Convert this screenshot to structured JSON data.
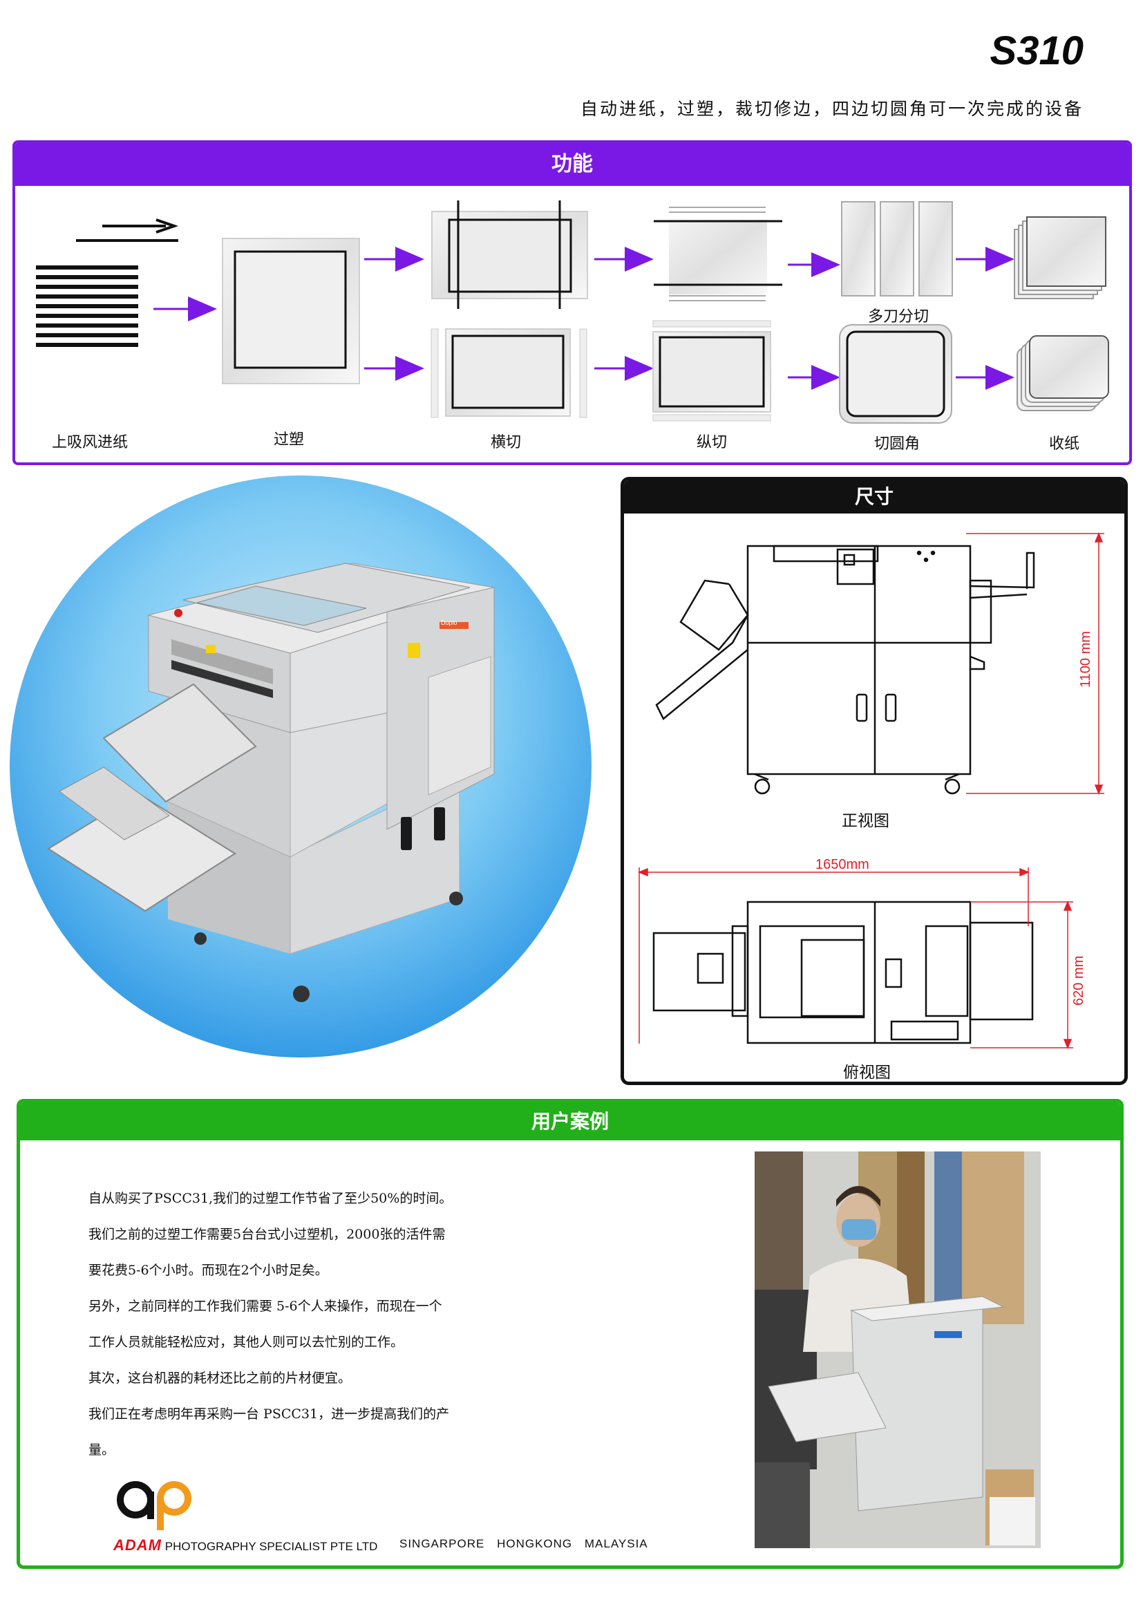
{
  "header": {
    "model": "S310",
    "tagline": "自动进纸，过塑，裁切修边，四边切圆角可一次完成的设备"
  },
  "function_panel": {
    "title": "功能",
    "steps": [
      "上吸风进纸",
      "过塑",
      "横切",
      "纵切",
      "切圆角",
      "收纸"
    ],
    "multi_blade_label": "多刀分切"
  },
  "size_panel": {
    "title": "尺寸",
    "front_view_label": "正视图",
    "top_view_label": "俯视图",
    "height_dim": "1100 mm",
    "width_dim": "1650mm",
    "depth_dim": "620 mm"
  },
  "machine": {
    "brand_badge": "Duplo"
  },
  "case_panel": {
    "title": "用户案例",
    "lines": [
      "自从购买了PSCC31,我们的过塑工作节省了至少50%的时间。",
      "我们之前的过塑工作需要5台台式小过塑机，2000张的活件需",
      "要花费5-6个小时。而现在2个小时足矣。",
      "另外，之前同样的工作我们需要 5-6个人来操作，而现在一个",
      "工作人员就能轻松应对，其他人则可以去忙别的工作。",
      "其次，这台机器的耗材还比之前的片材便宜。",
      "我们正在考虑明年再采购一台 PSCC31，进一步提高我们的产",
      "量。"
    ]
  },
  "footer": {
    "brand_name": "ADAM",
    "company": "PHOTOGRAPHY SPECIALIST PTE LTD",
    "regions": "SINGARPORE  HONGKONG  MALAYSIA"
  },
  "colors": {
    "purple": "#7a19e6",
    "green": "#21b019",
    "black": "#111111",
    "red_dim": "#e0202a",
    "brand_orange": "#f29a1c"
  }
}
